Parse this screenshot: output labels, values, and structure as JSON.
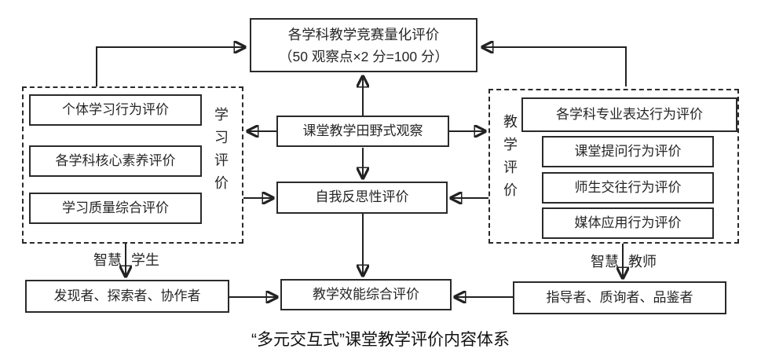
{
  "colors": {
    "ink": "#262626",
    "line": "#222222",
    "background": "#ffffff"
  },
  "top_box": {
    "line1": "各学科教学竞赛量化评价",
    "line2": "（50 观察点×2 分=100 分）"
  },
  "center": {
    "observation": "课堂教学田野式观察",
    "reflection": "自我反思性评价",
    "effectiveness": "教学效能综合评价"
  },
  "left_group": {
    "vertical_label": "学习评价",
    "items": [
      "个体学习行为评价",
      "各学科核心素养评价",
      "学习质量综合评价"
    ]
  },
  "right_group": {
    "vertical_label": "教学评价",
    "items": [
      "各学科专业表达行为评价",
      "课堂提问行为评价",
      "师生交往行为评价",
      "媒体应用行为评价"
    ]
  },
  "bottom_left": {
    "arrow_label_left": "智慧",
    "arrow_label_right": "学生",
    "roles": "发现者、探索者、协作者"
  },
  "bottom_right": {
    "arrow_label_left": "智慧",
    "arrow_label_right": "教师",
    "roles": "指导者、质询者、品鉴者"
  },
  "caption": "“多元交互式”课堂教学评价内容体系"
}
